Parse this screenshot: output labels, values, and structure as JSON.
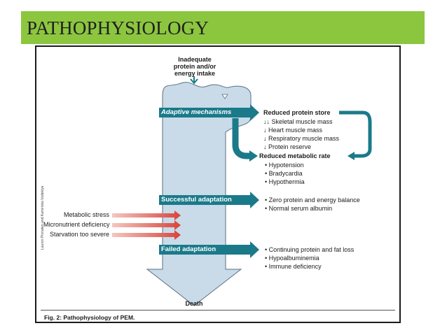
{
  "slide": {
    "title": "PATHOPHYSIOLOGY",
    "accent_color": "#8cc63f"
  },
  "diagram": {
    "start": "Inadequate\nprotein and/or\nenergy intake",
    "end": "Death",
    "stages": [
      {
        "label": "Adaptive mechanisms"
      },
      {
        "label": "Successful adaptation"
      },
      {
        "label": "Failed adaptation"
      }
    ],
    "reduced_protein": {
      "heading": "Reduced protein store",
      "items": [
        "↓↓ Skeletal muscle mass",
        "↓ Heart muscle mass",
        "↓ Respiratory muscle mass",
        "↓ Protein reserve"
      ]
    },
    "reduced_metabolic": {
      "heading": "Reduced metabolic rate",
      "items": [
        "• Hypotension",
        "• Bradycardia",
        "• Hypothermia"
      ]
    },
    "success_outcomes": [
      "• Zero protein and energy balance",
      "• Normal serum albumin"
    ],
    "failure_outcomes": [
      "• Continuing protein and fat loss",
      "• Hypoalbuminemia",
      "• Immune deficiency"
    ],
    "stressors": [
      "Metabolic stress",
      "Micronutrient deficiency",
      "Starvation too severe"
    ],
    "caption": "Fig. 2: Pathophysiology of PEM.",
    "credit": "Lauren Pinnaten and Kamiriska Vodekiye",
    "colors": {
      "main_arrow": "#c9dbe8",
      "main_arrow_edge": "#5b6f80",
      "teal": "#1a7a8a",
      "red": "#d9534f"
    }
  }
}
